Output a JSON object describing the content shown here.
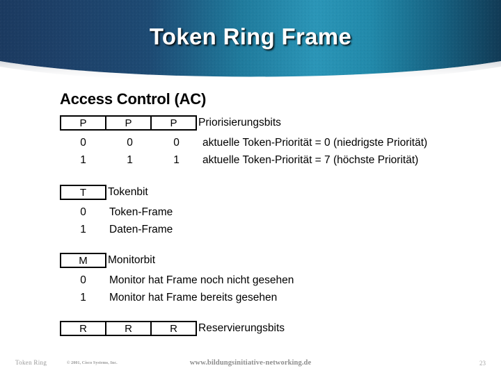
{
  "header": {
    "title": "Token Ring Frame",
    "gradient_left": "#1d3f66",
    "gradient_mid": "#2492b5",
    "gradient_right": "#123a55"
  },
  "content": {
    "heading": "Access Control (AC)",
    "sections": [
      {
        "name": "priority-bits",
        "boxes": [
          "P",
          "P",
          "P"
        ],
        "box_label": "Priorisierungsbits",
        "rows": [
          {
            "bits": [
              "0",
              "0",
              "0"
            ],
            "description": "aktuelle Token-Priorität = 0 (niedrigste Priorität)"
          },
          {
            "bits": [
              "1",
              "1",
              "1"
            ],
            "description": "aktuelle Token-Priorität = 7 (höchste Priorität)"
          }
        ]
      },
      {
        "name": "token-bit",
        "boxes": [
          "T"
        ],
        "box_label": "Tokenbit",
        "rows": [
          {
            "bits": [
              "0"
            ],
            "description": "Token-Frame"
          },
          {
            "bits": [
              "1"
            ],
            "description": "Daten-Frame"
          }
        ]
      },
      {
        "name": "monitor-bit",
        "boxes": [
          "M"
        ],
        "box_label": "Monitorbit",
        "rows": [
          {
            "bits": [
              "0"
            ],
            "description": "Monitor hat Frame noch nicht gesehen"
          },
          {
            "bits": [
              "1"
            ],
            "description": "Monitor hat Frame bereits gesehen"
          }
        ]
      },
      {
        "name": "reservation-bits",
        "boxes": [
          "R",
          "R",
          "R"
        ],
        "box_label": "Reservierungsbits",
        "rows": []
      }
    ]
  },
  "footer": {
    "topic": "Token Ring",
    "copyright": "© 2001, Cisco Systems, Inc.",
    "url": "www.bildungsinitiative-networking.de",
    "page_number": "23"
  }
}
